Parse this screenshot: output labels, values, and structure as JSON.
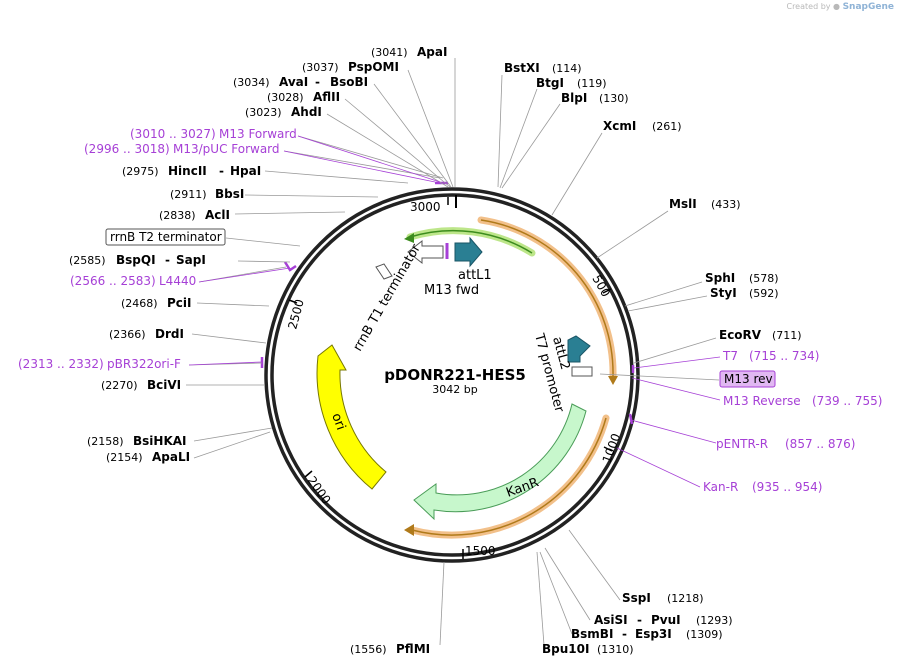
{
  "brand": {
    "prefix": "Created by",
    "name": "SnapGene"
  },
  "plasmid": {
    "name": "pDONR221-HES5",
    "size": "3042 bp"
  },
  "ticks": [
    "500",
    "1000",
    "1500",
    "2000",
    "2500",
    "3000"
  ],
  "colors": {
    "primer": "#a640d6",
    "orange": "#f2c08a",
    "green": "#bde68a",
    "teal": "#2a7f93",
    "kanr": "#c7f7cc",
    "ori": "#ffff00"
  },
  "features": {
    "attL1": "attL1",
    "m13fwd": "M13 fwd",
    "rrnbt1": "rrnB T1 terminator",
    "attL2": "attL2",
    "t7promoter": "T7 promoter",
    "kanr": "KanR",
    "ori": "ori"
  },
  "labels": {
    "apai": {
      "name": "ApaI",
      "pos": "(3041)"
    },
    "pspomi": {
      "name": "PspOMI",
      "pos": "(3037)"
    },
    "avai": {
      "name": "AvaI",
      "name2": "BsoBI",
      "pos": "(3034)"
    },
    "aflii": {
      "name": "AflII",
      "pos": "(3028)"
    },
    "ahdi": {
      "name": "AhdI",
      "pos": "(3023)"
    },
    "m13forward": {
      "name": "M13 Forward",
      "pos": "(3010 .. 3027)"
    },
    "m13puc": {
      "name": "M13/pUC Forward",
      "pos": "(2996 .. 3018)"
    },
    "hincii": {
      "name": "HincII",
      "name2": "HpaI",
      "pos": "(2975)"
    },
    "bbsi": {
      "name": "BbsI",
      "pos": "(2911)"
    },
    "acli": {
      "name": "AclI",
      "pos": "(2838)"
    },
    "rrnbt2": {
      "name": "rrnB T2 terminator"
    },
    "bspqi": {
      "name": "BspQI",
      "name2": "SapI",
      "pos": "(2585)"
    },
    "l4440": {
      "name": "L4440",
      "pos": "(2566 .. 2583)"
    },
    "pcii": {
      "name": "PciI",
      "pos": "(2468)"
    },
    "drdi": {
      "name": "DrdI",
      "pos": "(2366)"
    },
    "pbr322": {
      "name": "pBR322ori-F",
      "pos": "(2313 .. 2332)"
    },
    "bcivi": {
      "name": "BciVI",
      "pos": "(2270)"
    },
    "bsihkai": {
      "name": "BsiHKAI",
      "pos": "(2158)"
    },
    "apali": {
      "name": "ApaLI",
      "pos": "(2154)"
    },
    "pfimi": {
      "name": "PflMI",
      "pos": "(1556)"
    },
    "bstxi": {
      "name": "BstXI",
      "pos": "(114)"
    },
    "btgi": {
      "name": "BtgI",
      "pos": "(119)"
    },
    "blpi": {
      "name": "BlpI",
      "pos": "(130)"
    },
    "xcmi": {
      "name": "XcmI",
      "pos": "(261)"
    },
    "msli": {
      "name": "MslI",
      "pos": "(433)"
    },
    "sphi": {
      "name": "SphI",
      "pos": "(578)"
    },
    "styi": {
      "name": "StyI",
      "pos": "(592)"
    },
    "ecorv": {
      "name": "EcoRV",
      "pos": "(711)"
    },
    "t7": {
      "name": "T7",
      "pos": "(715 .. 734)"
    },
    "m13rev": {
      "name": "M13 rev"
    },
    "m13reverse": {
      "name": "M13 Reverse",
      "pos": "(739 .. 755)"
    },
    "pentrr": {
      "name": "pENTR-R",
      "pos": "(857 .. 876)"
    },
    "kanrp": {
      "name": "Kan-R",
      "pos": "(935 .. 954)"
    },
    "sspi": {
      "name": "SspI",
      "pos": "(1218)"
    },
    "asisi": {
      "name": "AsiSI",
      "name2": "PvuI",
      "pos": "(1293)"
    },
    "bsmbi": {
      "name": "BsmBI",
      "name2": "Esp3I",
      "pos": "(1309)"
    },
    "bpu10i": {
      "name": "Bpu10I",
      "pos": "(1310)"
    }
  }
}
